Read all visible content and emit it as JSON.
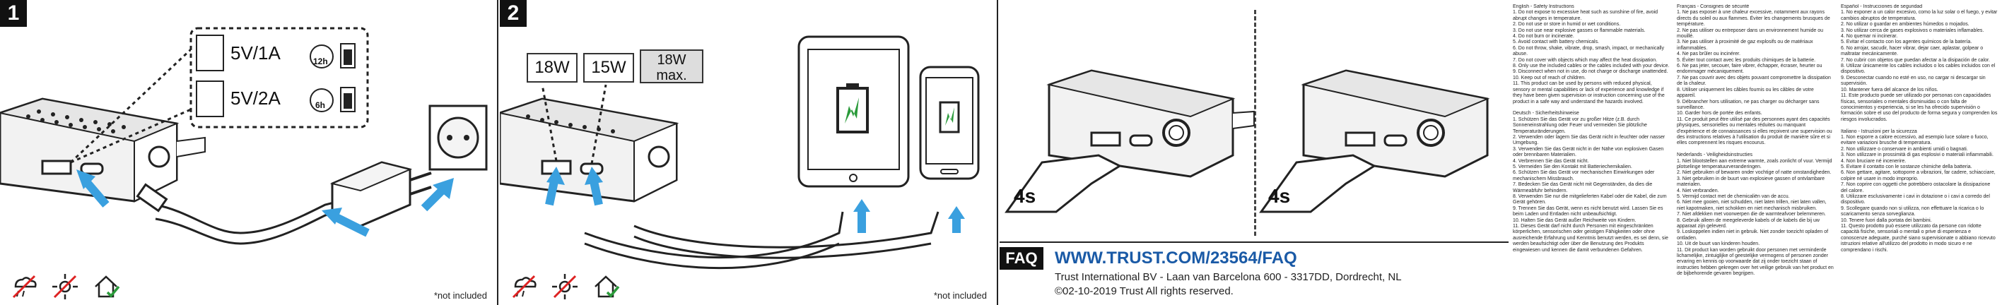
{
  "step1": {
    "badge": "1",
    "callout": [
      {
        "spec": "5V/1A",
        "time": "12h"
      },
      {
        "spec": "5V/2A",
        "time": "6h"
      }
    ],
    "note": "*not included"
  },
  "step2": {
    "badge": "2",
    "labels": [
      "18W",
      "15W",
      "18W max."
    ],
    "note": "*not included"
  },
  "faq": {
    "badge": "FAQ",
    "url": "WWW.TRUST.COM/23564/FAQ",
    "address": "Trust International BV - Laan van Barcelona 600 - 3317DD, Dordrecht, NL",
    "copyright": "©02-10-2019 Trust All rights reserved."
  },
  "step3": {
    "labels": [
      "4s",
      "4s"
    ]
  },
  "safety_text": {
    "col1": "English - Safety Instructions\n1. Do not expose to excessive heat such as sunshine of fire, avoid abrupt changes in temperature.\n2. Do not use or store in humid or wet conditions.\n3. Do not use near explosive gasses or flammable materials.\n4. Do not burn or incinerate.\n5. Avoid contact with battery chemicals.\n6. Do not throw, shake, vibrate, drop, smash, impact, or mechanically abuse.\n7. Do not cover with objects which may affect the heat dissipation.\n8. Only use the included cables or the cables included with your device.\n9. Disconnect when not in use, do not charge or discharge unattended.\n10. Keep out of reach of children.\n11. This product can be used by persons with reduced physical, sensory or mental capabilities or lack of experience and knowledge if they have been given supervision or instruction concerning use of the product in a safe way and understand the hazards involved.\n\nDeutsch - Sicherheitshinweise\n1. Schützen Sie das Gerät vor zu großer Hitze (z.B. durch Sonneneinstrahlung oder Feuer und vermeiden Sie plötzliche Temperaturänderungen.\n2. Verwenden oder lagern Sie das Gerät nicht in feuchter oder nasser Umgebung.\n3. Verwenden Sie das Gerät nicht in der Nähe von explosiven Gasen oder brennbaren Materialien.\n4. Verbrennen Sie das Gerät nicht.\n5. Vermeiden Sie den Kontakt mit Batteriechemikalien.\n6. Schützen Sie das Gerät vor mechanischen Einwirkungen oder mechanischem Missbrauch.\n7. Bedecken Sie das Gerät nicht mit Gegenständen, da dies die Wärmeabfuhr behindern.\n8. Verwenden Sie nur die mitgelieferten Kabel oder die Kabel, die zum Gerät gehören.\n9. Trennen Sie das Gerät, wenn es nicht benutzt wird. Lassen Sie es beim Laden und Entladen nicht unbeaufsichtigt.\n10. Halten Sie das Gerät außer Reichweite von Kindern.\n11. Dieses Gerät darf nicht durch Personen mit eingeschränkten körperlichen, sensorischen oder geistigen Fähigkeiten oder ohne ausreichende Erfahrung und Kenntnis benutzt werden, es sei denn, sie werden beaufsichtigt oder über die Benutzung des Produkts eingewiesen und kennen die damit verbundenen Gefahren.",
    "col2": "Français - Consignes de sécurité\n1. Ne pas exposer à une chaleur excessive, notamment aux rayons directs du soleil ou aux flammes. Éviter les changements brusques de température.\n2. Ne pas utiliser ou entreposer dans un environnement humide ou mouillé.\n3. Ne pas utiliser à proximité de gaz explosifs ou de matériaux inflammables.\n4. Ne pas brûler ou incinérer.\n5. Éviter tout contact avec les produits chimiques de la batterie.\n6. Ne pas jeter, secouer, faire vibrer, échapper, écraser, heurter ou endommager mécaniquement.\n7. Ne pas couvrir avec des objets pouvant compromettre la dissipation de la chaleur.\n8. Utiliser uniquement les câbles fournis ou les câbles de votre appareil.\n9. Débrancher hors utilisation, ne pas charger ou décharger sans surveillance.\n10. Garder hors de portée des enfants.\n11. Ce produit peut être utilisé par des personnes ayant des capacités physiques, sensorielles ou mentales réduites ou manquant d'expérience et de connaissances si elles reçoivent une supervision ou des instructions relatives à l'utilisation du produit de manière sûre et si elles comprennent les risques encourus.\n\nNederlands - Veiligheidsinstructies\n1. Niet blootstellen aan extreme warmte, zoals zonlicht of vuur. Vermijd plotselinge temperatuurveranderingen.\n2. Niet gebruiken of bewaren onder vochtige of natte omstandigheden.\n3. Niet gebruiken in de buurt van explosieve gassen of ontvlambare materialen.\n4. Niet verbranden.\n5. Vermijd contact met de chemicaliën van de accu.\n6. Niet mee gooien, niet schudden, niet laten trillen, niet laten vallen, niet kapotmaken, niet schokken en niet mechanisch misbruiken.\n7. Niet afdekken met voorwerpen die de warmteafvoer belemmeren.\n8. Gebruik alleen de meegeleverde kabels of de kabels die bij uw apparaat zijn geleverd.\n9. Loskoppelen indien niet in gebruik. Niet zonder toezicht opladen of ontladen.\n10. Uit de buurt van kinderen houden.\n11. Dit product kan worden gebruikt door personen met verminderde lichamelijke, zintuiglijke of geestelijke vermogens of personen zonder ervaring en kennis op voorwaarde dat zij onder toezicht staan of instructies hebben gekregen over het veilige gebruik van het product en de bijbehorende gevaren begrijpen.",
    "col3": "Español - Instrucciones de seguridad\n1. No exponer a un calor excesivo, como la luz solar o el fuego, y evitar cambios abruptos de temperatura.\n2. No utilizar o guardar en ambientes húmedos o mojados.\n3. No utilizar cerca de gases explosivos o materiales inflamables.\n4. No quemar ni incinerar.\n5. Evitar el contacto con los agentes químicos de la batería.\n6. No arrojar, sacudir, hacer vibrar, dejar caer, aplastar, golpear o maltratar mecánicamente.\n7. No cubrir con objetos que puedan afectar a la disipación de calor.\n8. Utilizar únicamente los cables incluidos o los cables incluidos con el dispositivo.\n9. Desconectar cuando no esté en uso, no cargar ni descargar sin supervisión.\n10. Mantener fuera del alcance de los niños.\n11. Este producto puede ser utilizado por personas con capacidades físicas, sensoriales o mentales disminuidas o con falta de conocimientos y experiencia, si se les ha ofrecido supervisión o formación sobre el uso del producto de forma segura y comprenden los riesgos involucrados.\n\nItaliano - Istruzioni per la sicurezza\n1. Non esporre a calore eccessivo, ad esempio luce solare o fuoco, evitare variazioni brusche di temperatura.\n2. Non utilizzare o conservare in ambienti umidi o bagnati.\n3. Non utilizzare in prossimità di gas esplosivi o materiali infiammabili.\n4. Non bruciare né incenerire.\n5. Evitare il contatto con le sostanze chimiche della batteria.\n6. Non gettare, agitare, sottoporre a vibrazioni, far cadere, schiacciare, colpire né usare in modo improprio.\n7. Non coprire con oggetti che potrebbero ostacolare la dissipazione del calore.\n8. Utilizzare esclusivamente i cavi in dotazione o i cavi a corredo del dispositivo.\n9. Scollegare quando non si utilizza, non effettuare la ricarica o lo scaricamento senza sorveglianza.\n10. Tenere fuori dalla portata dei bambini.\n11. Questo prodotto può essere utilizzato da persone con ridotte capacità fisiche, sensoriali o mentali o prive di esperienza e conoscenze adeguate, purché siano supervisionate o abbiano ricevuto istruzioni relative all'utilizzo del prodotto in modo sicuro e ne comprendano i rischi."
  }
}
